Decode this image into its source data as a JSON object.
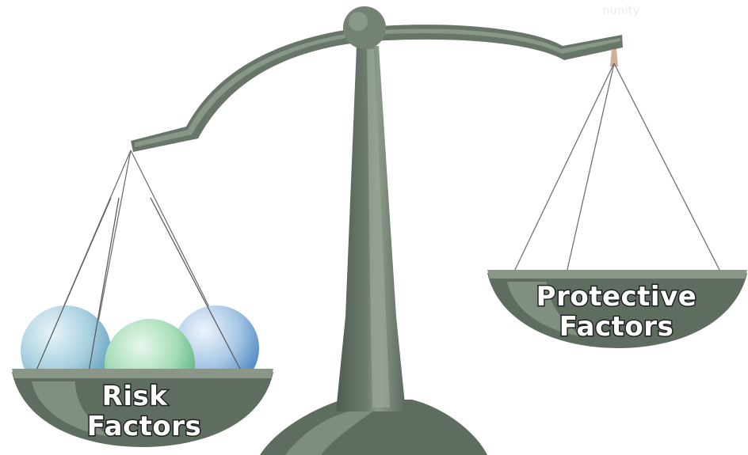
{
  "left_pan": {
    "line1": "Risk",
    "line2": "Factors"
  },
  "right_pan": {
    "line1": "Protective",
    "line2": "Factors"
  },
  "faint_corner_text": "nunity",
  "colors": {
    "scale_body": "#6b7a6c",
    "scale_highlight": "#97a496",
    "scale_shadow": "#4e5a4f",
    "string": "#7d7f7d",
    "ball_blue_left": "#8ec0d8",
    "ball_green": "#86cfa0",
    "ball_blue_right": "#7aaed6",
    "label_fill": "#ffffff"
  }
}
